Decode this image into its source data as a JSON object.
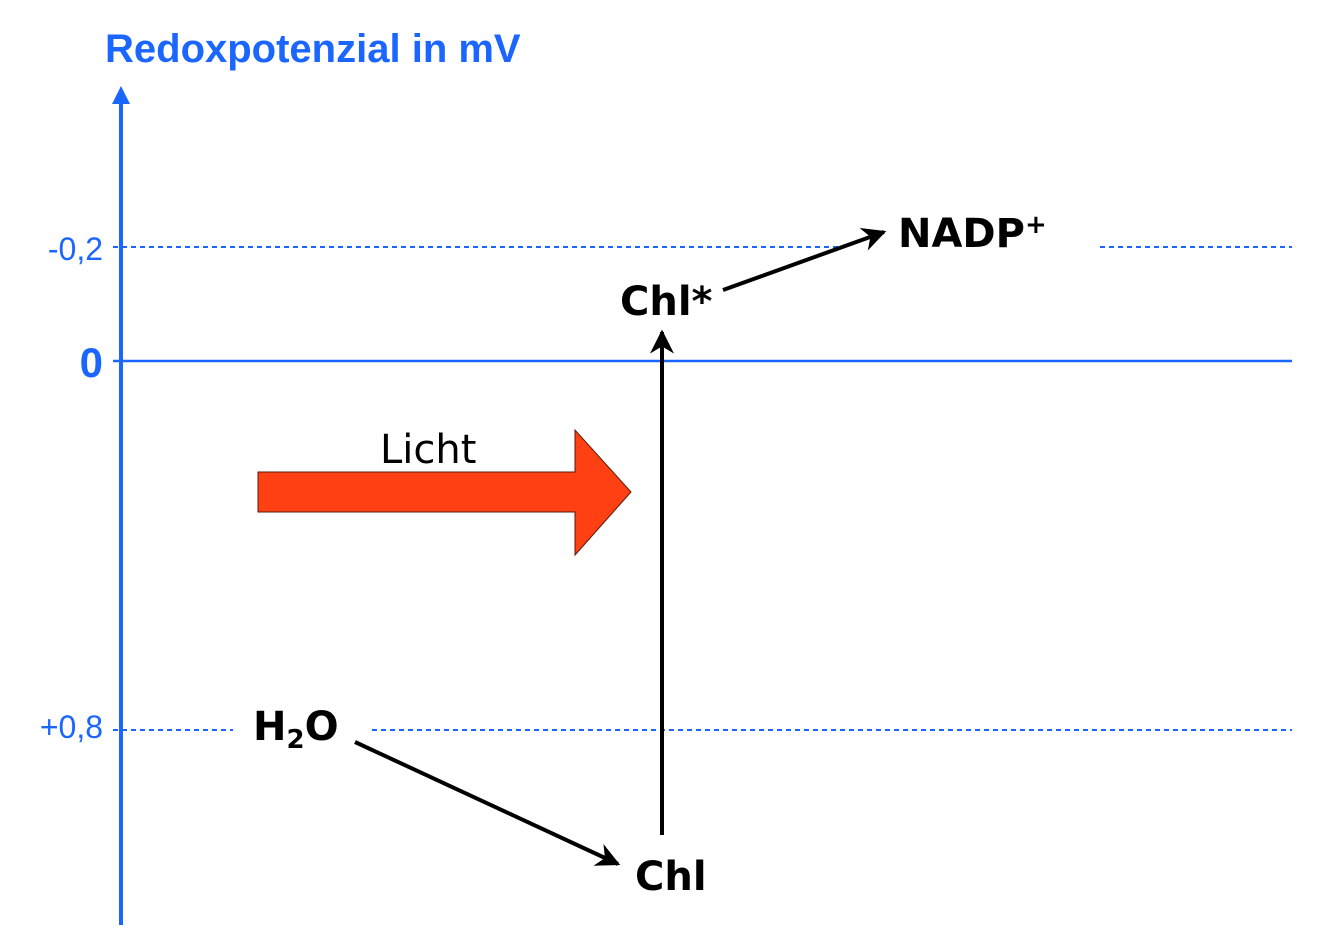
{
  "title": "Redoxpotenzial in mV",
  "axis": {
    "ticks": [
      {
        "label": "-0,2",
        "value": -0.2
      },
      {
        "label": "0",
        "value": 0
      },
      {
        "label": "+0,8",
        "value": 0.8
      }
    ]
  },
  "light": {
    "label": "Licht",
    "color": "#ff4013"
  },
  "species": {
    "h2o": {
      "main": "H",
      "sub": "2",
      "tail": "O"
    },
    "chl": "Chl",
    "chl_star": "Chl*",
    "nadp": {
      "main": "NADP",
      "sup": "+"
    }
  },
  "colors": {
    "axis": "#1a66ff",
    "arrows": "#000000"
  }
}
